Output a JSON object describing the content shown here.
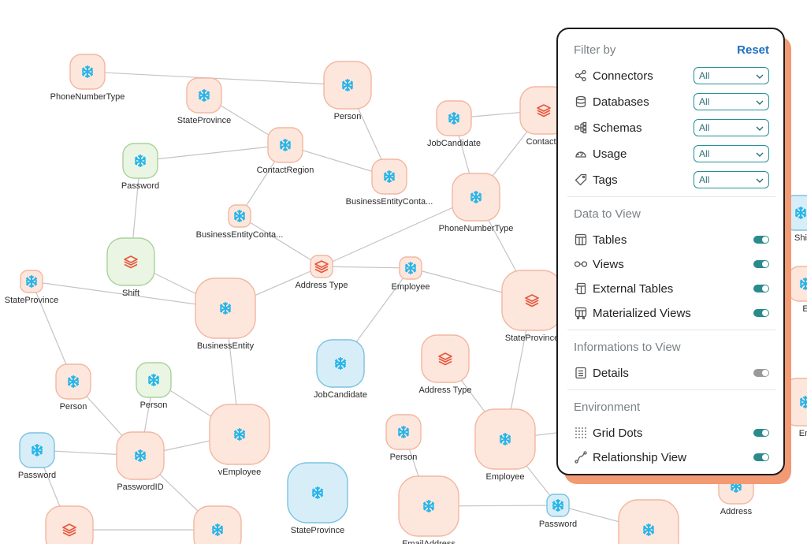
{
  "graph": {
    "nodes": [
      {
        "id": "n1",
        "label": "PhoneNumberType",
        "icon": "snowflake",
        "theme": "peach",
        "size": "s"
      },
      {
        "id": "n2",
        "label": "StateProvince",
        "icon": "snowflake",
        "theme": "peach",
        "size": "s"
      },
      {
        "id": "n3",
        "label": "Person",
        "icon": "snowflake",
        "theme": "peach",
        "size": "m"
      },
      {
        "id": "n4",
        "label": "JobCandidate",
        "icon": "snowflake",
        "theme": "peach",
        "size": "s"
      },
      {
        "id": "n5",
        "label": "ContactT",
        "icon": "stack",
        "theme": "peach",
        "size": "m"
      },
      {
        "id": "n6",
        "label": "Password",
        "icon": "snowflake",
        "theme": "green",
        "size": "s"
      },
      {
        "id": "n7",
        "label": "ContactRegion",
        "icon": "snowflake",
        "theme": "peach",
        "size": "s"
      },
      {
        "id": "n8",
        "label": "BusinessEntityConta...",
        "icon": "snowflake",
        "theme": "peach",
        "size": "s"
      },
      {
        "id": "n9",
        "label": "BusinessEntityConta...",
        "icon": "snowflake",
        "theme": "peach",
        "size": "xs"
      },
      {
        "id": "n10",
        "label": "PhoneNumberType",
        "icon": "snowflake",
        "theme": "peach",
        "size": "m"
      },
      {
        "id": "n11",
        "label": "Shift",
        "icon": "stack",
        "theme": "green",
        "size": "m"
      },
      {
        "id": "n12",
        "label": "StateProvince",
        "icon": "snowflake",
        "theme": "peach",
        "size": "xs"
      },
      {
        "id": "n13",
        "label": "Address Type",
        "icon": "stack",
        "theme": "peach",
        "size": "xs"
      },
      {
        "id": "n14",
        "label": "Employee",
        "icon": "snowflake",
        "theme": "peach",
        "size": "xs"
      },
      {
        "id": "n15",
        "label": "BusinessEntity",
        "icon": "snowflake",
        "theme": "peach",
        "size": "l"
      },
      {
        "id": "n16",
        "label": "StateProvince",
        "icon": "stack",
        "theme": "peach",
        "size": "l"
      },
      {
        "id": "n17",
        "label": "JobCandidate",
        "icon": "snowflake",
        "theme": "blue",
        "size": "m"
      },
      {
        "id": "n18",
        "label": "Address Type",
        "icon": "stack",
        "theme": "peach",
        "size": "m"
      },
      {
        "id": "n19",
        "label": "Person",
        "icon": "snowflake",
        "theme": "peach",
        "size": "s"
      },
      {
        "id": "n20",
        "label": "Person",
        "icon": "snowflake",
        "theme": "green",
        "size": "s"
      },
      {
        "id": "n21",
        "label": "vEmployee",
        "icon": "snowflake",
        "theme": "peach",
        "size": "l"
      },
      {
        "id": "n22",
        "label": "Password",
        "icon": "snowflake",
        "theme": "blue",
        "size": "s"
      },
      {
        "id": "n23",
        "label": "PasswordID",
        "icon": "snowflake",
        "theme": "peach",
        "size": "m"
      },
      {
        "id": "n24",
        "label": "Person",
        "icon": "snowflake",
        "theme": "peach",
        "size": "s"
      },
      {
        "id": "n25",
        "label": "Employee",
        "icon": "snowflake",
        "theme": "peach",
        "size": "l"
      },
      {
        "id": "n26",
        "label": "StateProvince",
        "icon": "snowflake",
        "theme": "blue",
        "size": "l"
      },
      {
        "id": "n27",
        "label": "EmailAddress",
        "icon": "snowflake",
        "theme": "peach",
        "size": "l"
      },
      {
        "id": "n28",
        "label": "Password",
        "icon": "snowflake",
        "theme": "blue",
        "size": "xs"
      },
      {
        "id": "n29",
        "label": "Address",
        "icon": "snowflake",
        "theme": "peach",
        "size": "s"
      },
      {
        "id": "n30",
        "label": "",
        "icon": "stack",
        "theme": "peach",
        "size": "m"
      },
      {
        "id": "n31",
        "label": "",
        "icon": "snowflake",
        "theme": "peach",
        "size": "m"
      },
      {
        "id": "n32",
        "label": "",
        "icon": "snowflake",
        "theme": "peach",
        "size": "l"
      },
      {
        "id": "n33",
        "label": "Shi",
        "icon": "snowflake",
        "theme": "blue",
        "size": "s"
      },
      {
        "id": "n34",
        "label": "E",
        "icon": "snowflake",
        "theme": "peach",
        "size": "s"
      },
      {
        "id": "n35",
        "label": "Em",
        "icon": "snowflake",
        "theme": "peach",
        "size": "m"
      }
    ],
    "edges": [
      [
        "n1",
        "n3"
      ],
      [
        "n2",
        "n7"
      ],
      [
        "n3",
        "n8"
      ],
      [
        "n6",
        "n7"
      ],
      [
        "n7",
        "n8"
      ],
      [
        "n7",
        "n9"
      ],
      [
        "n9",
        "n13"
      ],
      [
        "n6",
        "n11"
      ],
      [
        "n11",
        "n15"
      ],
      [
        "n12",
        "n15"
      ],
      [
        "n13",
        "n15"
      ],
      [
        "n13",
        "n10"
      ],
      [
        "n13",
        "n14"
      ],
      [
        "n14",
        "n16"
      ],
      [
        "n14",
        "n17"
      ],
      [
        "n4",
        "n5"
      ],
      [
        "n4",
        "n10"
      ],
      [
        "n10",
        "n16"
      ],
      [
        "n15",
        "n21"
      ],
      [
        "n12",
        "n19"
      ],
      [
        "n19",
        "n23"
      ],
      [
        "n20",
        "n21"
      ],
      [
        "n20",
        "n23"
      ],
      [
        "n22",
        "n23"
      ],
      [
        "n23",
        "n21"
      ],
      [
        "n22",
        "n30"
      ],
      [
        "n23",
        "n31"
      ],
      [
        "n30",
        "n31"
      ],
      [
        "n18",
        "n25"
      ],
      [
        "n16",
        "n25"
      ],
      [
        "n24",
        "n27"
      ],
      [
        "n27",
        "n28"
      ],
      [
        "n28",
        "n25"
      ],
      [
        "n28",
        "n32"
      ],
      [
        "n25",
        "n35"
      ],
      [
        "n10",
        "n5"
      ]
    ]
  },
  "panel": {
    "filter_title": "Filter by",
    "reset_label": "Reset",
    "filters": [
      {
        "label": "Connectors",
        "value": "All",
        "icon": "connectors-icon"
      },
      {
        "label": "Databases",
        "value": "All",
        "icon": "database-icon"
      },
      {
        "label": "Schemas",
        "value": "All",
        "icon": "schema-icon"
      },
      {
        "label": "Usage",
        "value": "All",
        "icon": "gauge-icon"
      },
      {
        "label": "Tags",
        "value": "All",
        "icon": "tag-icon"
      }
    ],
    "data_to_view_title": "Data to View",
    "data_to_view": [
      {
        "label": "Tables",
        "on": true,
        "icon": "table-icon"
      },
      {
        "label": "Views",
        "on": true,
        "icon": "glasses-icon"
      },
      {
        "label": "External Tables",
        "on": true,
        "icon": "external-table-icon"
      },
      {
        "label": "Materialized Views",
        "on": true,
        "icon": "materialized-view-icon"
      }
    ],
    "info_title": "Informations to View",
    "info": [
      {
        "label": "Details",
        "on": false,
        "icon": "details-icon"
      }
    ],
    "env_title": "Environment",
    "env": [
      {
        "label": "Grid Dots",
        "on": true,
        "icon": "grid-dots-icon"
      },
      {
        "label": "Relationship View",
        "on": true,
        "icon": "relationship-icon"
      }
    ]
  },
  "colors": {
    "peach_fill": "#fde6dc",
    "peach_stroke": "#f2b7a0",
    "green_fill": "#eaf5e3",
    "green_stroke": "#a8d39a",
    "blue_fill": "#d7eef8",
    "blue_stroke": "#7cc2e0",
    "snowflake": "#29b5e8",
    "stack": "#e8553c",
    "toggle_on": "#2a8a8c",
    "accent": "#1f6ec1"
  }
}
